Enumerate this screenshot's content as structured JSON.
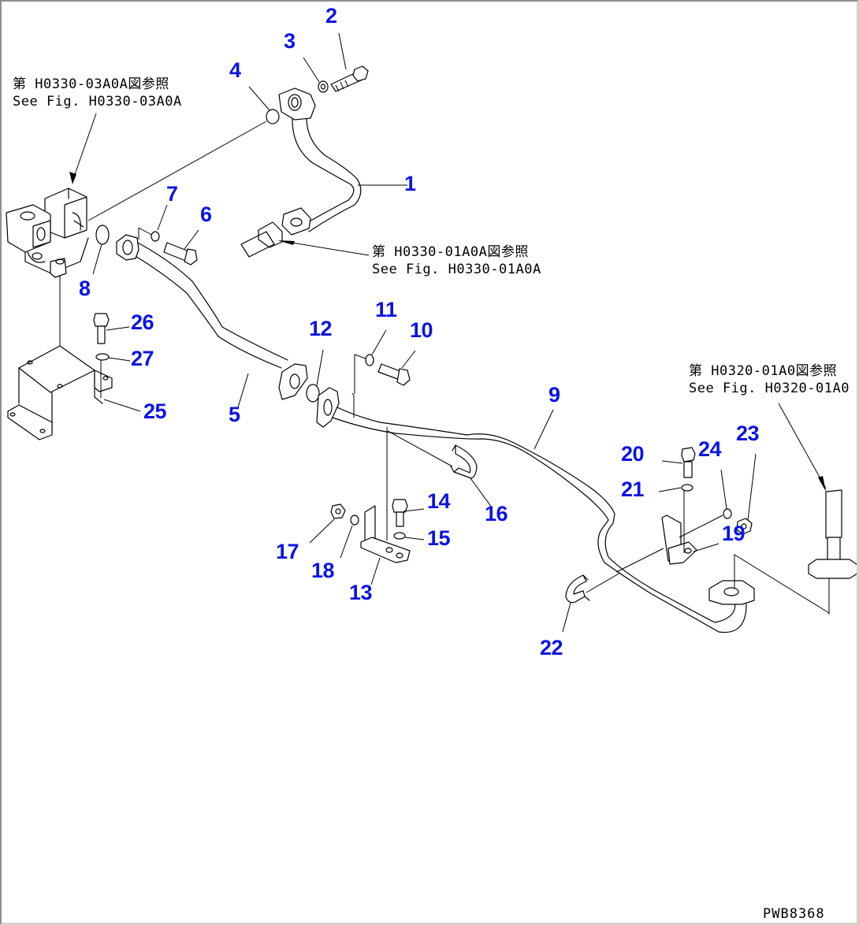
{
  "diagram": {
    "drawing_number": "PWB8368",
    "ink_color": "#000000",
    "callout_color": "#0a14e6",
    "callouts": [
      {
        "id": "1",
        "label": "1"
      },
      {
        "id": "2",
        "label": "2"
      },
      {
        "id": "3",
        "label": "3"
      },
      {
        "id": "4",
        "label": "4"
      },
      {
        "id": "5",
        "label": "5"
      },
      {
        "id": "6",
        "label": "6"
      },
      {
        "id": "7",
        "label": "7"
      },
      {
        "id": "8",
        "label": "8"
      },
      {
        "id": "9",
        "label": "9"
      },
      {
        "id": "10",
        "label": "10"
      },
      {
        "id": "11",
        "label": "11"
      },
      {
        "id": "12",
        "label": "12"
      },
      {
        "id": "13",
        "label": "13"
      },
      {
        "id": "14",
        "label": "14"
      },
      {
        "id": "15",
        "label": "15"
      },
      {
        "id": "16",
        "label": "16"
      },
      {
        "id": "17",
        "label": "17"
      },
      {
        "id": "18",
        "label": "18"
      },
      {
        "id": "19",
        "label": "19"
      },
      {
        "id": "20",
        "label": "20"
      },
      {
        "id": "21",
        "label": "21"
      },
      {
        "id": "22",
        "label": "22"
      },
      {
        "id": "23",
        "label": "23"
      },
      {
        "id": "24",
        "label": "24"
      },
      {
        "id": "25",
        "label": "25"
      },
      {
        "id": "26",
        "label": "26"
      },
      {
        "id": "27",
        "label": "27"
      }
    ],
    "references": [
      {
        "jp": "第 H0330-03A0A図参照",
        "en": "See Fig. H0330-03A0A"
      },
      {
        "jp": "第 H0330-01A0A図参照",
        "en": "See Fig. H0330-01A0A"
      },
      {
        "jp": "第 H0320-01A0図参照",
        "en": "See Fig. H0320-01A0"
      }
    ]
  }
}
